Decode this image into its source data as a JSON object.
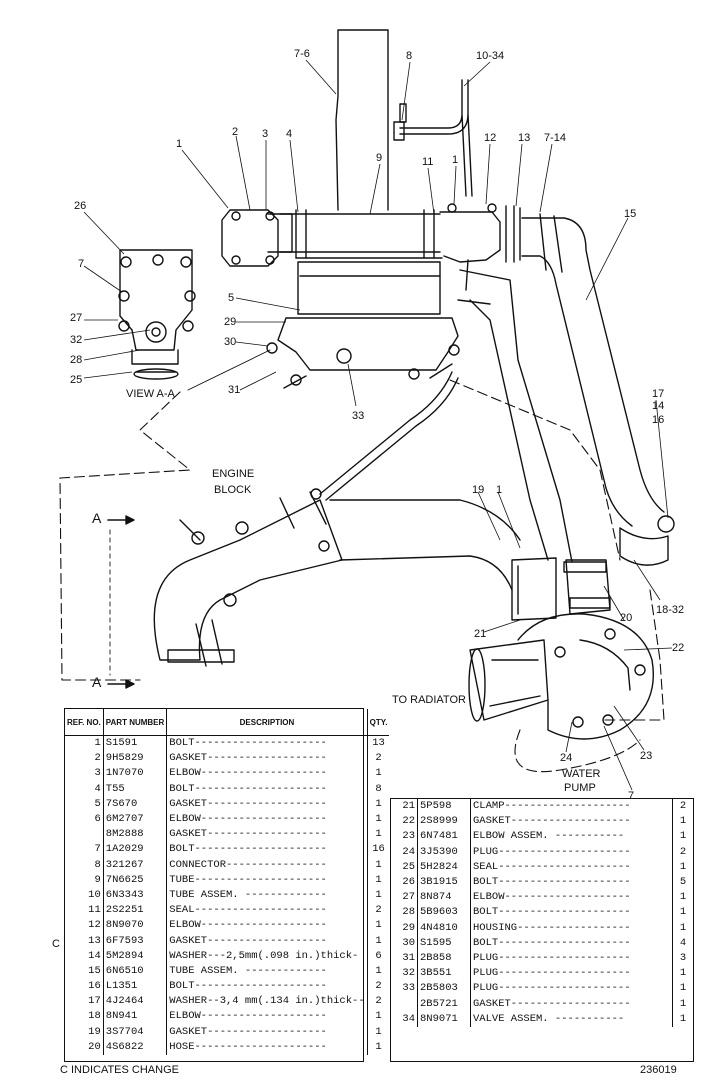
{
  "callouts": [
    {
      "id": "c7-6",
      "text": "7-6"
    },
    {
      "id": "c8",
      "text": "8"
    },
    {
      "id": "c10-34",
      "text": "10-34"
    },
    {
      "id": "c1a",
      "text": "1"
    },
    {
      "id": "c2",
      "text": "2"
    },
    {
      "id": "c3",
      "text": "3"
    },
    {
      "id": "c4",
      "text": "4"
    },
    {
      "id": "c9",
      "text": "9"
    },
    {
      "id": "c11",
      "text": "11"
    },
    {
      "id": "c1b",
      "text": "1"
    },
    {
      "id": "c12",
      "text": "12"
    },
    {
      "id": "c13",
      "text": "13"
    },
    {
      "id": "c7-14",
      "text": "7-14"
    },
    {
      "id": "c15",
      "text": "15"
    },
    {
      "id": "c26",
      "text": "26"
    },
    {
      "id": "c7",
      "text": "7"
    },
    {
      "id": "c27",
      "text": "27"
    },
    {
      "id": "c32",
      "text": "32"
    },
    {
      "id": "c28",
      "text": "28"
    },
    {
      "id": "c25",
      "text": "25"
    },
    {
      "id": "c5",
      "text": "5"
    },
    {
      "id": "c29",
      "text": "29"
    },
    {
      "id": "c30",
      "text": "30"
    },
    {
      "id": "c31",
      "text": "31"
    },
    {
      "id": "c33",
      "text": "33"
    },
    {
      "id": "c17",
      "text": "17"
    },
    {
      "id": "c14",
      "text": "14"
    },
    {
      "id": "c16",
      "text": "16"
    },
    {
      "id": "c19",
      "text": "19"
    },
    {
      "id": "c1c",
      "text": "1"
    },
    {
      "id": "c18-32",
      "text": "18-32"
    },
    {
      "id": "c21",
      "text": "21"
    },
    {
      "id": "c20",
      "text": "20"
    },
    {
      "id": "c22",
      "text": "22"
    },
    {
      "id": "c24",
      "text": "24"
    },
    {
      "id": "c23",
      "text": "23"
    },
    {
      "id": "c7b",
      "text": "7"
    }
  ],
  "labels": {
    "view_a_a": "VIEW A-A",
    "engine": "ENGINE",
    "block": "BLOCK",
    "to_radiator": "TO RADIATOR",
    "water": "WATER",
    "pump": "PUMP",
    "arrow_a_top": "A",
    "arrow_a_bottom": "A"
  },
  "table_left": {
    "headers": {
      "ref": "REF. NO.",
      "part": "PART NUMBER",
      "desc": "DESCRIPTION",
      "qty": "QTY."
    },
    "rows": [
      {
        "ref": "1",
        "part": "S1591",
        "desc": "BOLT---------------------",
        "qty": "13"
      },
      {
        "ref": "2",
        "part": "9H5829",
        "desc": "GASKET-------------------",
        "qty": "2"
      },
      {
        "ref": "3",
        "part": "1N7070",
        "desc": "ELBOW--------------------",
        "qty": "1"
      },
      {
        "ref": "4",
        "part": "T55",
        "desc": "BOLT---------------------",
        "qty": "8"
      },
      {
        "ref": "5",
        "part": "7S670",
        "desc": "GASKET-------------------",
        "qty": "1"
      },
      {
        "ref": "6",
        "part": "6M2707",
        "desc": "ELBOW--------------------",
        "qty": "1"
      },
      {
        "ref": "",
        "part": "8M2888",
        "desc": "GASKET-------------------",
        "qty": "1"
      },
      {
        "ref": "7",
        "part": "1A2029",
        "desc": "BOLT---------------------",
        "qty": "16"
      },
      {
        "ref": "8",
        "part": "321267",
        "desc": "CONNECTOR----------------",
        "qty": "1"
      },
      {
        "ref": "9",
        "part": "7N6625",
        "desc": "TUBE---------------------",
        "qty": "1"
      },
      {
        "ref": "10",
        "part": "6N3343",
        "desc": "TUBE ASSEM. -------------",
        "qty": "1"
      },
      {
        "ref": "11",
        "part": "2S2251",
        "desc": "SEAL---------------------",
        "qty": "2"
      },
      {
        "ref": "12",
        "part": "8N9070",
        "desc": "ELBOW--------------------",
        "qty": "1"
      },
      {
        "ref": "13",
        "part": "6F7593",
        "desc": "GASKET-------------------",
        "qty": "1"
      },
      {
        "ref": "14",
        "part": "5M2894",
        "desc": "WASHER---2,5mm(.098 in.)thick-",
        "qty": "6"
      },
      {
        "ref": "15",
        "part": "6N6510",
        "desc": "TUBE ASSEM. -------------",
        "qty": "1"
      },
      {
        "ref": "16",
        "part": "L1351",
        "desc": "BOLT---------------------",
        "qty": "2"
      },
      {
        "ref": "17",
        "part": "4J2464",
        "desc": "WASHER--3,4 mm(.134 in.)thick--",
        "qty": "2"
      },
      {
        "ref": "18",
        "part": "8N941",
        "desc": "ELBOW--------------------",
        "qty": "1"
      },
      {
        "ref": "19",
        "part": "3S7704",
        "desc": "GASKET-------------------",
        "qty": "1"
      },
      {
        "ref": "20",
        "part": "4S6822",
        "desc": "HOSE---------------------",
        "qty": "1"
      }
    ]
  },
  "table_right": {
    "rows": [
      {
        "ref": "21",
        "part": "5P598",
        "desc": "CLAMP--------------------",
        "qty": "2"
      },
      {
        "ref": "22",
        "part": "2S8999",
        "desc": "GASKET-------------------",
        "qty": "1"
      },
      {
        "ref": "23",
        "part": "6N7481",
        "desc": "ELBOW ASSEM. -----------",
        "qty": "1"
      },
      {
        "ref": "24",
        "part": "3J5390",
        "desc": "PLUG---------------------",
        "qty": "2"
      },
      {
        "ref": "25",
        "part": "5H2824",
        "desc": "SEAL---------------------",
        "qty": "1"
      },
      {
        "ref": "26",
        "part": "3B1915",
        "desc": "BOLT---------------------",
        "qty": "5"
      },
      {
        "ref": "27",
        "part": "8N874",
        "desc": "ELBOW--------------------",
        "qty": "1"
      },
      {
        "ref": "28",
        "part": "5B9603",
        "desc": "BOLT---------------------",
        "qty": "1"
      },
      {
        "ref": "29",
        "part": "4N4810",
        "desc": "HOUSING------------------",
        "qty": "1"
      },
      {
        "ref": "30",
        "part": "S1595",
        "desc": "BOLT---------------------",
        "qty": "4"
      },
      {
        "ref": "31",
        "part": "2B858",
        "desc": "PLUG---------------------",
        "qty": "3"
      },
      {
        "ref": "32",
        "part": "3B551",
        "desc": "PLUG---------------------",
        "qty": "1"
      },
      {
        "ref": "33",
        "part": "2B5803",
        "desc": "PLUG---------------------",
        "qty": "1"
      },
      {
        "ref": "",
        "part": "2B5721",
        "desc": "GASKET-------------------",
        "qty": "1"
      },
      {
        "ref": "34",
        "part": "8N9071",
        "desc": "VALVE ASSEM. -----------",
        "qty": "1"
      }
    ]
  },
  "change_mark": "C",
  "footer": {
    "note": "C INDICATES CHANGE",
    "drawing_number": "236019"
  }
}
